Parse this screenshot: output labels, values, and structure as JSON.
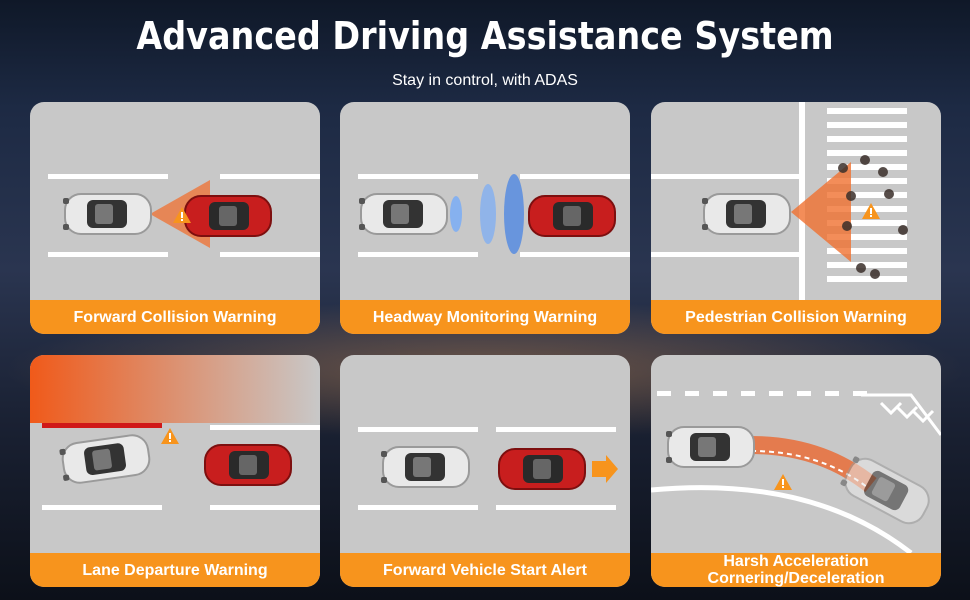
{
  "header": {
    "title": "Advanced Driving Assistance System",
    "subtitle": "Stay in control, with ADAS"
  },
  "features": [
    {
      "label": "Forward Collision Warning",
      "icon": "forward-collision"
    },
    {
      "label": "Headway Monitoring Warning",
      "icon": "headway-monitoring"
    },
    {
      "label": "Pedestrian Collision Warning",
      "icon": "pedestrian-collision"
    },
    {
      "label": "Lane Departure Warning",
      "icon": "lane-departure"
    },
    {
      "label": "Forward Vehicle Start Alert",
      "icon": "forward-vehicle-start"
    },
    {
      "label_line1": "Harsh Acceleration",
      "label_line2": "Cornering/Deceleration",
      "icon": "harsh-acceleration"
    }
  ],
  "colors": {
    "accent": "#f7941d",
    "warning": "#f7941d",
    "red_car": "#c81e1e",
    "card_bg": "#c8c8c8"
  }
}
